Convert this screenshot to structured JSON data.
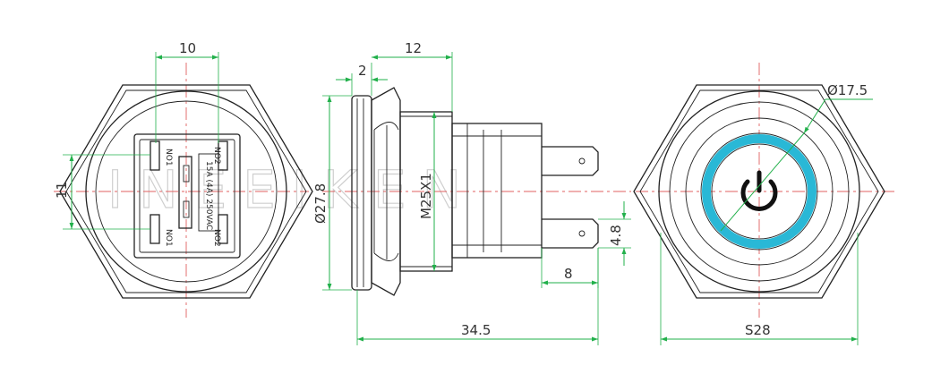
{
  "watermark": "INEEIKEN",
  "colors": {
    "outline": "#222222",
    "dimension": "#22b04b",
    "centerline": "#e06060",
    "led_ring": "#29b8d6"
  },
  "front_view": {
    "dim_width": "10",
    "dim_height": "11",
    "terminals": {
      "top_left": "NO1",
      "top_right": "NO2",
      "bottom_left": "NO1",
      "bottom_right": "NO2"
    },
    "rating": "15A (4A) 250VAC"
  },
  "side_view": {
    "dim_flange": "2",
    "dim_body": "12",
    "dim_diameter": "Ø27.8",
    "dim_thread": "M25X1",
    "dim_terminal_height": "4.8",
    "dim_terminal_length": "8",
    "dim_total_length": "34.5"
  },
  "top_view": {
    "dim_ring_diameter": "Ø17.5",
    "dim_hex": "S28",
    "symbol": "power-symbol"
  }
}
